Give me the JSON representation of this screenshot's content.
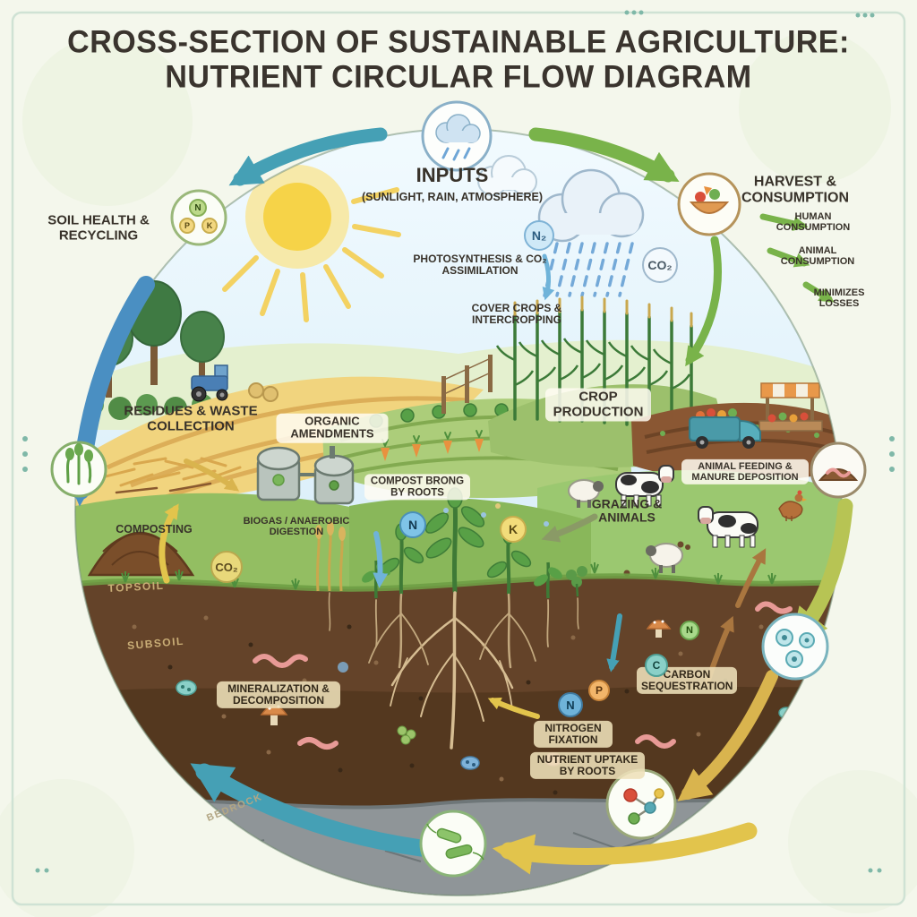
{
  "title": {
    "line1": "CROSS-SECTION OF SUSTAINABLE AGRICULTURE:",
    "line2": "NUTRIENT CIRCULAR FLOW DIAGRAM"
  },
  "cycle": {
    "inputs_title": "INPUTS",
    "inputs_subtitle": "(SUNLIGHT, RAIN, ATMOSPHERE)",
    "photosynthesis": "PHOTOSYNTHESIS & CO₂ ASSIMILATION",
    "cover_crops": "COVER CROPS & INTERCROPPING",
    "crop_production": "CROP PRODUCTION",
    "harvest_title": "HARVEST & CONSUMPTION",
    "human_consumption": "HUMAN CONSUMPTION",
    "animal_consumption": "ANIMAL CONSUMPTION",
    "minimizes_losses": "MINIMIZES LOSSES",
    "grazing": "GRAZING & ANIMALS",
    "animal_feeding": "ANIMAL FEEDING & MANURE DEPOSITION",
    "soil_health": "SOIL HEALTH & RECYCLING",
    "residues_waste": "RESIDUES & WASTE COLLECTION",
    "organic_amendments": "ORGANIC AMENDMENTS",
    "composting": "COMPOSTING",
    "biogas": "BIOGAS / ANAEROBIC DIGESTION",
    "compost_roots": "COMPOST BRONG BY ROOTS",
    "mineralization": "MINERALIZATION & DECOMPOSITION",
    "nitrogen_fixation": "NITROGEN FIXATION",
    "nutrient_uptake": "NUTRIENT UPTAKE BY ROOTS",
    "carbon_sequestration": "CARBON SEQUESTRATION"
  },
  "soil_layers": {
    "topsoil": "TOPSOIL",
    "subsoil": "SUBSOIL",
    "bedrock": "BEDROCK"
  },
  "chemistry": {
    "n2": "N₂",
    "co2_atmosphere": "CO₂",
    "co2_biogas": "CO₂",
    "n_surface": "N",
    "k_surface": "K",
    "n_soil": "N",
    "p_soil": "P",
    "c_soil": "C",
    "n_soil_2": "N",
    "npk_n": "N",
    "npk_p": "P",
    "npk_k": "K"
  },
  "icons": {
    "top_node": "rain-cloud-icon",
    "top_left_node": "npk-fertility-icon",
    "left_node": "sprout-icon",
    "top_right_node": "harvest-bowl-icon",
    "right_node": "soil-worm-icon",
    "bottom_right_node": "microbe-cells-icon",
    "bottom_node": "molecule-icon",
    "bottom_center_node": "bacteria-icon",
    "sky": "sun-icon"
  },
  "colors": {
    "background": "#f4f7ec",
    "frame": "#cfe2d4",
    "title_text": "#3a342e",
    "arrow_teal": "#45a0b5",
    "arrow_blue": "#4a8fc2",
    "arrow_green": "#79b34a",
    "arrow_olive": "#b7c454",
    "arrow_yellow": "#e2c44c",
    "topsoil": "#644329",
    "subsoil": "#54381f",
    "bedrock": "#8f9598",
    "pasture": "#9bc870",
    "sky": "#d7edf8",
    "sun": "#f6d348"
  }
}
